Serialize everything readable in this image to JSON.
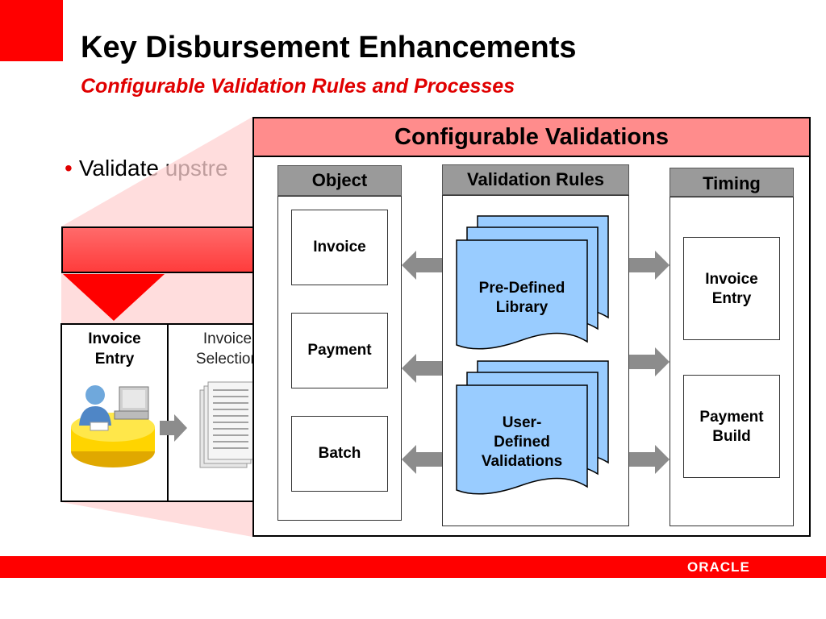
{
  "slide": {
    "title": "Key Disbursement Enhancements",
    "subtitle": "Configurable Validation Rules and Processes",
    "bullet": "Validate upstre"
  },
  "process_flow": {
    "step1": {
      "line1": "Invoice",
      "line2": "Entry"
    },
    "step2": {
      "line1": "Invoice",
      "line2": "Selection"
    }
  },
  "panel": {
    "title": "Configurable Validations",
    "columns": {
      "object": {
        "header": "Object",
        "items": [
          "Invoice",
          "Payment",
          "Batch"
        ]
      },
      "rules": {
        "header": "Validation Rules",
        "docs": [
          {
            "line1": "Pre-Defined",
            "line2": "Library"
          },
          {
            "line1": "User-",
            "line2": "Defined",
            "line3": "Validations"
          }
        ]
      },
      "timing": {
        "header": "Timing",
        "items": [
          {
            "line1": "Invoice",
            "line2": "Entry"
          },
          {
            "line1": "Payment",
            "line2": "Build"
          }
        ]
      }
    }
  },
  "footer": {
    "brand": "ORACLE"
  },
  "colors": {
    "accent_red": "#ff0000",
    "subtitle_red": "#e00000",
    "panel_header": "#ff8c8c",
    "column_header": "#9a9a9a",
    "doc_blue": "#99ccff",
    "arrow_gray": "#8c8c8c"
  }
}
